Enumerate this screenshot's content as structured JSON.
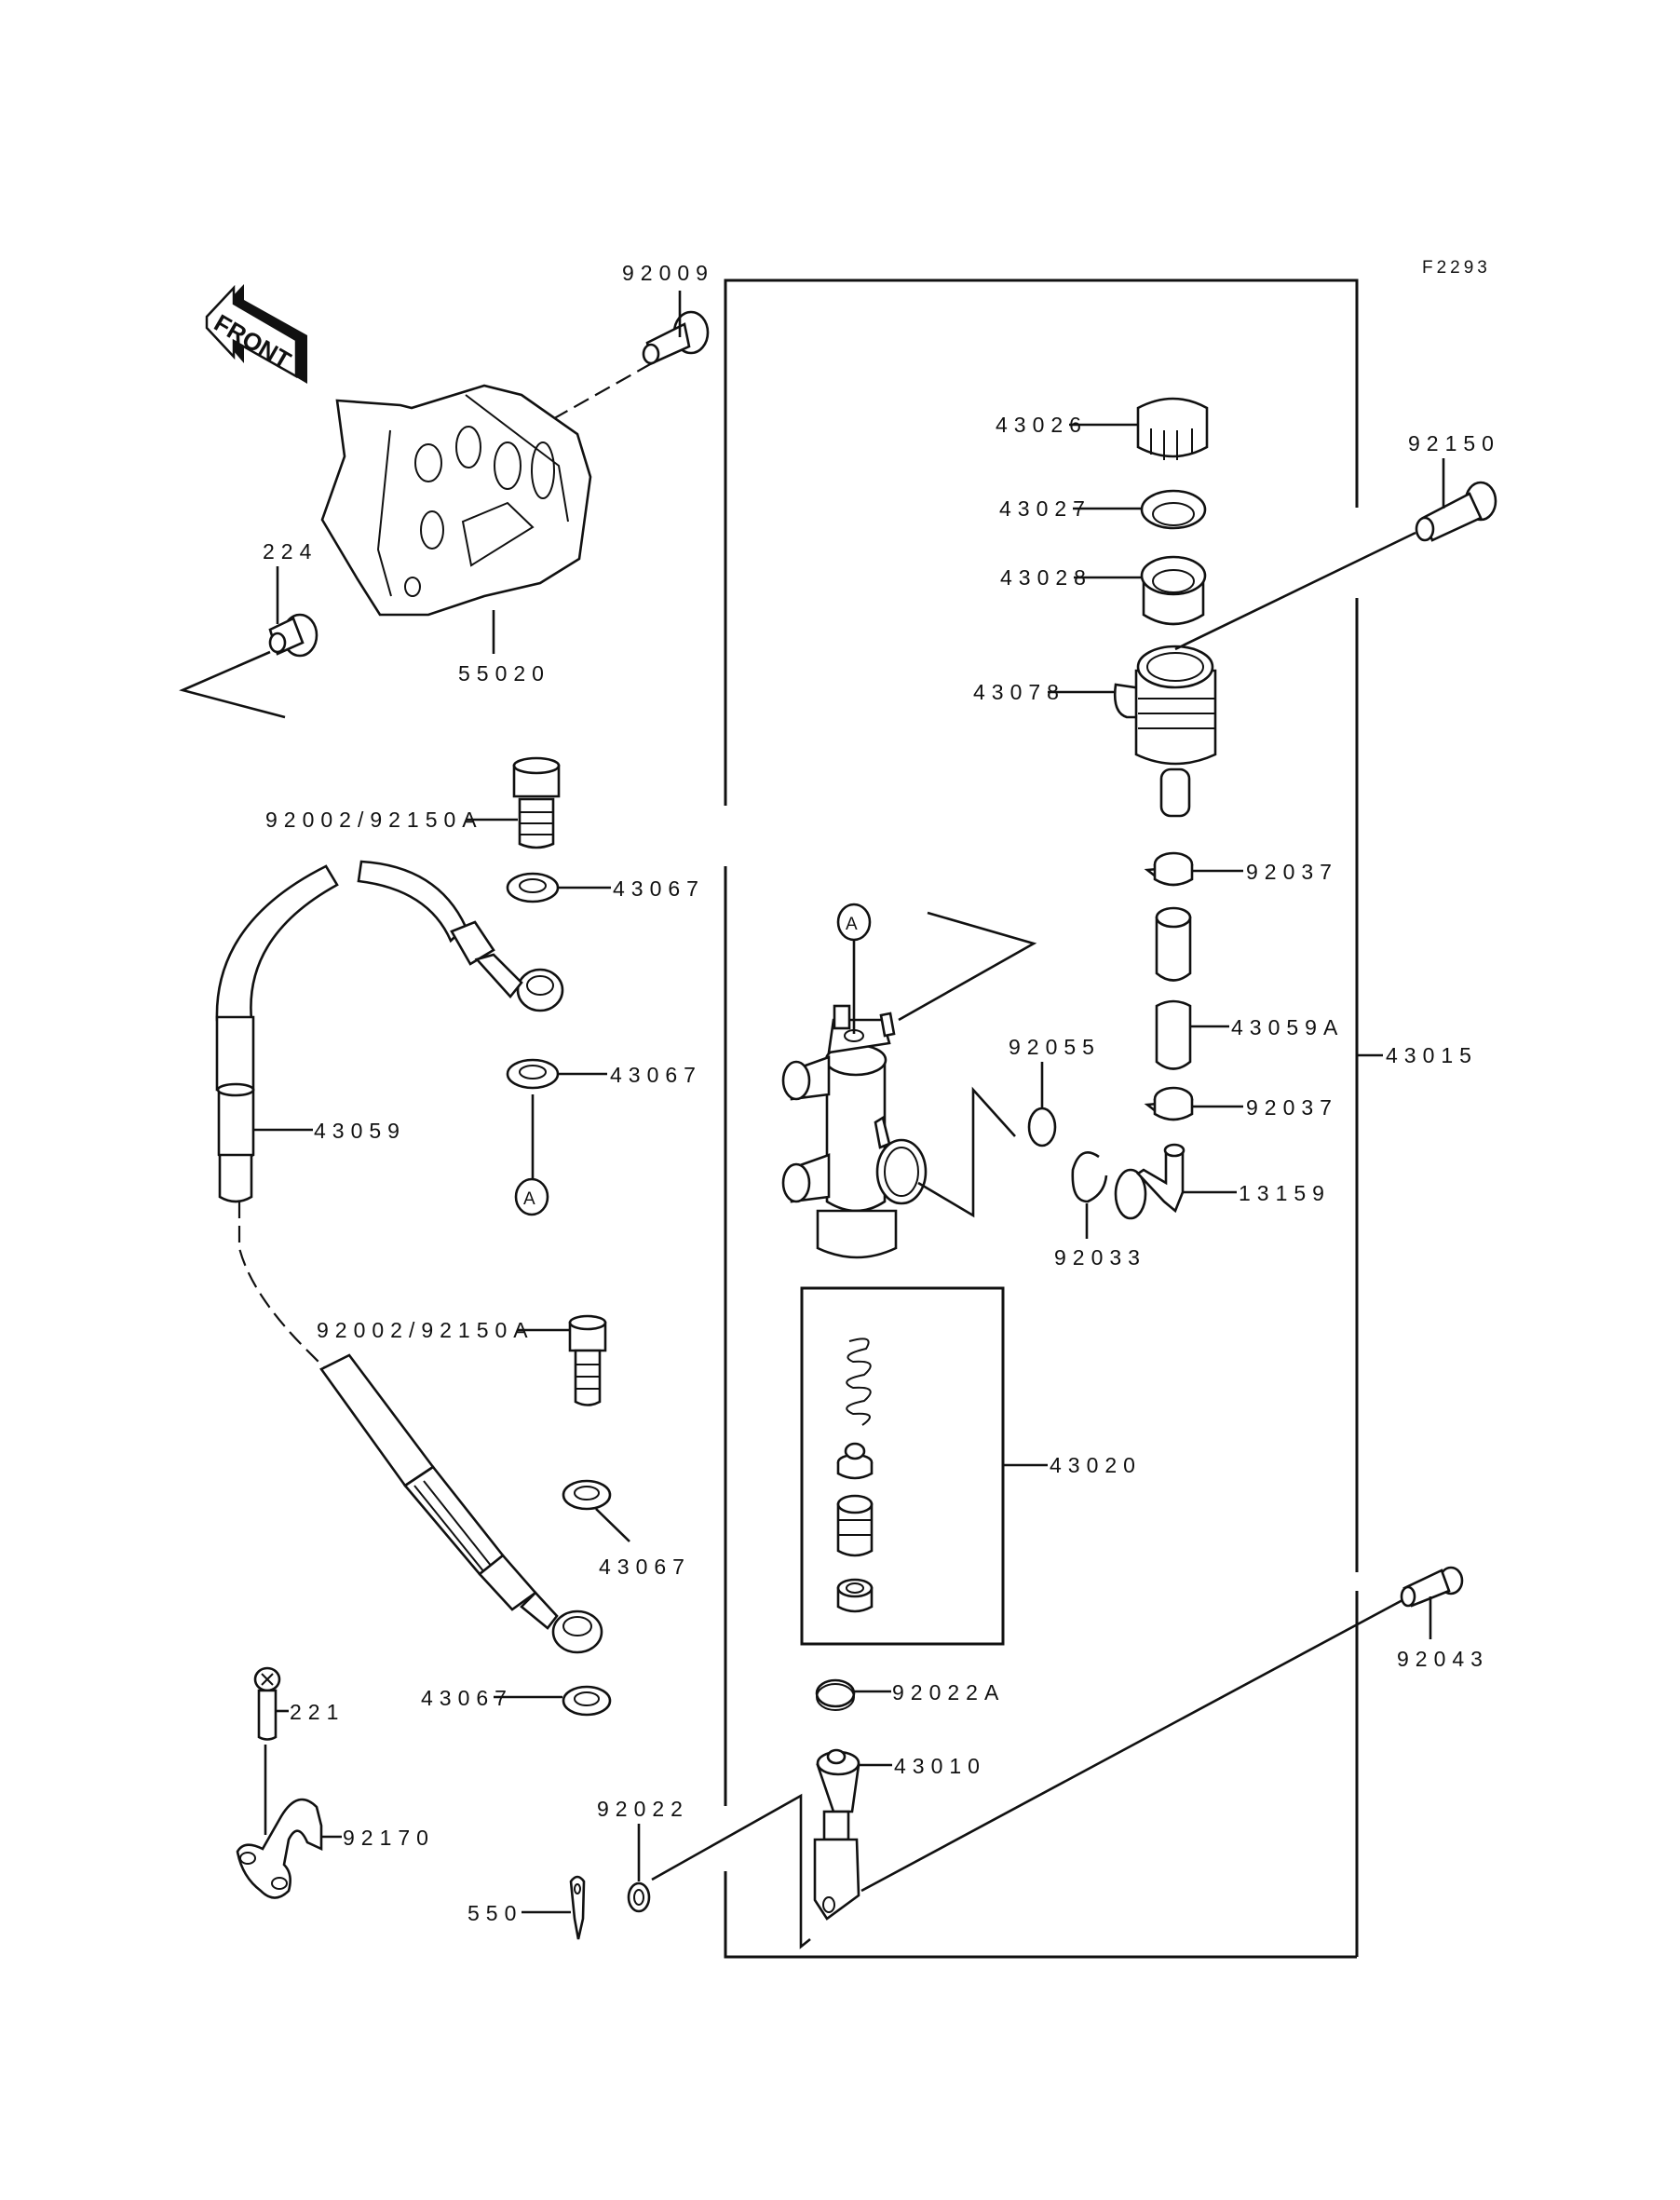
{
  "diagram": {
    "figure_code": "F2293",
    "front_label": "FRONT",
    "assembly_box_label": "43015",
    "sub_kit_label": "43020",
    "reference_marker": "A",
    "parts": {
      "p92009": "92009",
      "p224": "224",
      "p55020": "55020",
      "p43026": "43026",
      "p43027": "43027",
      "p43028": "43028",
      "p43078": "43078",
      "p92150": "92150",
      "p92002_top": "92002/92150A",
      "p43067_a": "43067",
      "p43067_b": "43067",
      "p43059": "43059",
      "p92037_a": "92037",
      "p43059A": "43059A",
      "p92037_b": "92037",
      "p13159": "13159",
      "p92055": "92055",
      "p92033": "92033",
      "p92002_bottom": "92002/92150A",
      "p43067_c": "43067",
      "p43067_d": "43067",
      "p221": "221",
      "p92170": "92170",
      "p92022A": "92022A",
      "p43010": "43010",
      "p92043": "92043",
      "p92022": "92022",
      "p550": "550"
    }
  }
}
